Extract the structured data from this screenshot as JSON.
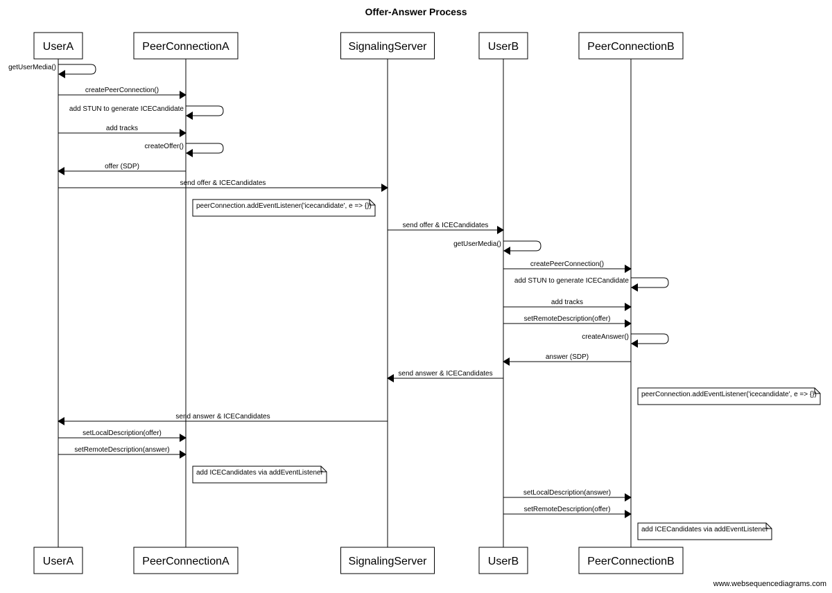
{
  "title": "Offer-Answer Process",
  "footer": "www.websequencediagrams.com",
  "participants": [
    {
      "id": "UserA",
      "label": "UserA"
    },
    {
      "id": "PeerConnectionA",
      "label": "PeerConnectionA"
    },
    {
      "id": "SignalingServer",
      "label": "SignalingServer"
    },
    {
      "id": "UserB",
      "label": "UserB"
    },
    {
      "id": "PeerConnectionB",
      "label": "PeerConnectionB"
    }
  ],
  "steps": [
    {
      "kind": "self",
      "from": "UserA",
      "label": "getUserMedia()"
    },
    {
      "kind": "msg",
      "from": "UserA",
      "to": "PeerConnectionA",
      "label": "createPeerConnection()"
    },
    {
      "kind": "self",
      "from": "PeerConnectionA",
      "label": "add STUN to generate ICECandidate"
    },
    {
      "kind": "msg",
      "from": "UserA",
      "to": "PeerConnectionA",
      "label": "add tracks"
    },
    {
      "kind": "self",
      "from": "PeerConnectionA",
      "label": "createOffer()"
    },
    {
      "kind": "msg",
      "from": "PeerConnectionA",
      "to": "UserA",
      "label": "offer (SDP)"
    },
    {
      "kind": "msg",
      "from": "UserA",
      "to": "SignalingServer",
      "label": "send offer & ICECandidates"
    },
    {
      "kind": "note",
      "of": "PeerConnectionA",
      "label": "peerConnection.addEventListener('icecandidate', e => {})"
    },
    {
      "kind": "msg",
      "from": "SignalingServer",
      "to": "UserB",
      "label": "send offer & ICECandidates"
    },
    {
      "kind": "self",
      "from": "UserB",
      "label": "getUserMedia()"
    },
    {
      "kind": "msg",
      "from": "UserB",
      "to": "PeerConnectionB",
      "label": "createPeerConnection()"
    },
    {
      "kind": "self",
      "from": "PeerConnectionB",
      "label": "add STUN to generate ICECandidate"
    },
    {
      "kind": "msg",
      "from": "UserB",
      "to": "PeerConnectionB",
      "label": "add tracks"
    },
    {
      "kind": "msg",
      "from": "UserB",
      "to": "PeerConnectionB",
      "label": "setRemoteDescription(offer)"
    },
    {
      "kind": "self",
      "from": "PeerConnectionB",
      "label": "createAnswer()"
    },
    {
      "kind": "msg",
      "from": "PeerConnectionB",
      "to": "UserB",
      "label": "answer (SDP)"
    },
    {
      "kind": "msg",
      "from": "UserB",
      "to": "SignalingServer",
      "label": "send answer & ICECandidates"
    },
    {
      "kind": "note",
      "of": "PeerConnectionB",
      "label": "peerConnection.addEventListener('icecandidate', e => {})"
    },
    {
      "kind": "msg",
      "from": "SignalingServer",
      "to": "UserA",
      "label": "send answer & ICECandidates"
    },
    {
      "kind": "msg",
      "from": "UserA",
      "to": "PeerConnectionA",
      "label": "setLocalDescription(offer)"
    },
    {
      "kind": "msg",
      "from": "UserA",
      "to": "PeerConnectionA",
      "label": "setRemoteDescription(answer)"
    },
    {
      "kind": "note",
      "of": "PeerConnectionA",
      "label": "add ICECandidates via addEventListener"
    },
    {
      "kind": "msg",
      "from": "UserB",
      "to": "PeerConnectionB",
      "label": "setLocalDescription(answer)"
    },
    {
      "kind": "msg",
      "from": "UserB",
      "to": "PeerConnectionB",
      "label": "setRemoteDescription(offer)"
    },
    {
      "kind": "note",
      "of": "PeerConnectionB",
      "label": "add ICECandidates via addEventListener"
    }
  ]
}
